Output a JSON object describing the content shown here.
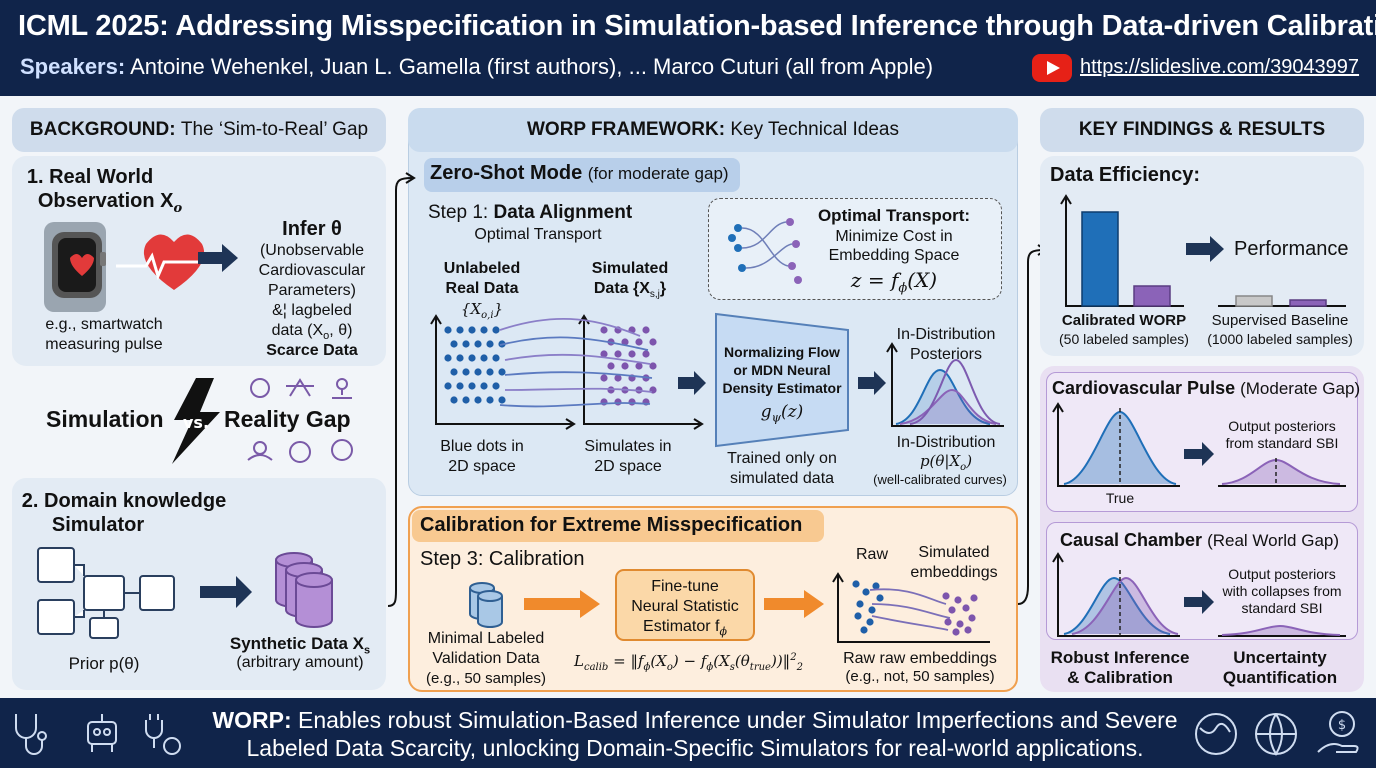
{
  "header": {
    "title": "ICML 2025: Addressing Misspecification in Simulation-based Inference through Data-driven Calibration",
    "speakers_label": "Speakers:",
    "speakers": "Antoine Wehenkel, Juan L. Gamella (first authors), ...  Marco Cuturi (all from Apple)",
    "url": "https://slideslive.com/39043997",
    "video_icon": "youtube-icon"
  },
  "background": {
    "title_bold": "BACKGROUND:",
    "title_rest": "The ‘Sim-to-Real’ Gap",
    "real_world_1": "1. Real World",
    "real_world_2": "Observation X",
    "real_world_sub": "o",
    "example_1": "e.g., smartwatch",
    "example_2": "measuring pulse",
    "infer": "Infer θ",
    "infer_1": "(Unobservable",
    "infer_2": "Cardiovascular",
    "infer_3": "Parameters)",
    "infer_4": "&¦ lagbeled",
    "infer_5": "data (X",
    "infer_5b": "o",
    "infer_5c": ", θ)",
    "scarce": "Scarce Data",
    "gap_left": "Simulation",
    "gap_vs": "vs.",
    "gap_right": "Reality Gap",
    "domain_1": "2. Domain knowledge",
    "domain_2": "Simulator",
    "prior": "Prior p(θ)",
    "synthetic": "Synthetic Data X",
    "synthetic_sub": "s",
    "arbitrary": "(arbitrary amount)"
  },
  "worp": {
    "title_bold": "WORP FRAMEWORK:",
    "title_rest": "Key Technical Ideas",
    "zero_bold": "Zero-Shot Mode",
    "zero_rest": "(for moderate gap)",
    "step1_a": "Step 1:",
    "step1_b": "Data Alignment",
    "step1_sub": "Optimal Transport",
    "unlabeled_1": "Unlabeled",
    "unlabeled_2": "Real Data",
    "unlabeled_3": "{X",
    "unlabeled_3b": "o,i",
    "unlabeled_3c": "}",
    "simulated_1": "Simulated",
    "simulated_2": "Data {X",
    "simulated_2b": "s,j",
    "simulated_2c": "}",
    "ot_title": "Optimal Transport:",
    "ot_1": "Minimize Cost in",
    "ot_2": "Embedding Space",
    "ot_eq": "z = f",
    "ot_eq_sub": "ϕ",
    "ot_eq_end": "(X)",
    "nf_1": "Normalizing Flow",
    "nf_2": "or MDN Neural",
    "nf_3": "Density Estimator",
    "nf_eq": "g",
    "nf_eq_sub": "ψ",
    "nf_eq_end": "(z)",
    "blue_dots_1": "Blue dots in",
    "blue_dots_2": "2D space",
    "simulates_1": "Simulates in",
    "simulates_2": "2D space",
    "trained_1": "Trained only on",
    "trained_2": "simulated data",
    "indist_1": "In-Distribution",
    "indist_2": "Posteriors",
    "indist_3": "In-Distribution",
    "indist_eq": "p(θ|X",
    "indist_eq_sub": "o",
    "indist_eq_end": ")",
    "wellcal": "(well-calibrated curves)",
    "calib_title": "Calibration for Extreme Misspecification",
    "step3": "Step 3: Calibration",
    "minimal_1": "Minimal Labeled",
    "minimal_2": "Validation Data",
    "minimal_3": "(e.g., 50 samples)",
    "finetune_1": "Fine-tune",
    "finetune_2": "Neural Statistic",
    "finetune_3": "Estimator f",
    "finetune_sub": "ϕ",
    "loss": "L",
    "loss_sub": "calib",
    "loss_eq": " = ‖f",
    "loss_eq2": "ϕ",
    "loss_eq3": "(X",
    "loss_eq4": "o",
    "loss_eq5": ") − f",
    "loss_eq6": "ϕ",
    "loss_eq7": "(X",
    "loss_eq8": "s",
    "loss_eq9": "(θ",
    "loss_eq10": "true",
    "loss_eq11": "))‖",
    "loss_sup": "2",
    "loss_sub2": "2",
    "raw": "Raw",
    "sim_emb_1": "Simulated",
    "sim_emb_2": "embeddings",
    "raw_emb_1": "Raw raw embeddings",
    "raw_emb_2": "(e.g., not, 50 samples)"
  },
  "findings": {
    "title": "KEY FINDINGS & RESULTS",
    "efficiency": "Data Efficiency:",
    "performance": "Performance",
    "calibrated": "Calibrated WORP",
    "calibrated_n": "(50 labeled samples)",
    "supervised": "Supervised Baseline",
    "supervised_n": "(1000 labeled samples)",
    "cardio_bold": "Cardiovascular Pulse",
    "cardio_rest": "(Moderate Gap)",
    "true_label": "True",
    "output_1a": "Output posteriors",
    "output_1b": "from standard SBI",
    "causal_bold": "Causal Chamber",
    "causal_rest": "(Real World Gap)",
    "output_2a": "Output posteriors",
    "output_2b": "with collapses from",
    "output_2c": "standard SBI",
    "robust_1": "Robust Inference",
    "robust_2": "& Calibration",
    "uncert_1": "Uncertainty",
    "uncert_2": "Quantification"
  },
  "footer": {
    "bold": "WORP:",
    "line1": "Enables robust Simulation-Based Inference under Simulator Imperfections and Severe",
    "line2": "Labeled Data Scarcity, unlocking Domain-Specific Simulators for real-world applications."
  },
  "colors": {
    "navy": "#10244a",
    "blue": "#1f6fb8",
    "purple": "#8b63b8",
    "orange": "#f08a2c",
    "panel": "#e3ebf4"
  },
  "icons": [
    "stethoscope-icon",
    "robot-icon",
    "plug-gear-icon",
    "globe-leaf-icon",
    "globe-icon",
    "hand-dollar-icon",
    "smartwatch-icon",
    "heart-pulse-icon",
    "lightning-icon",
    "database-icon",
    "code-window-icon"
  ]
}
